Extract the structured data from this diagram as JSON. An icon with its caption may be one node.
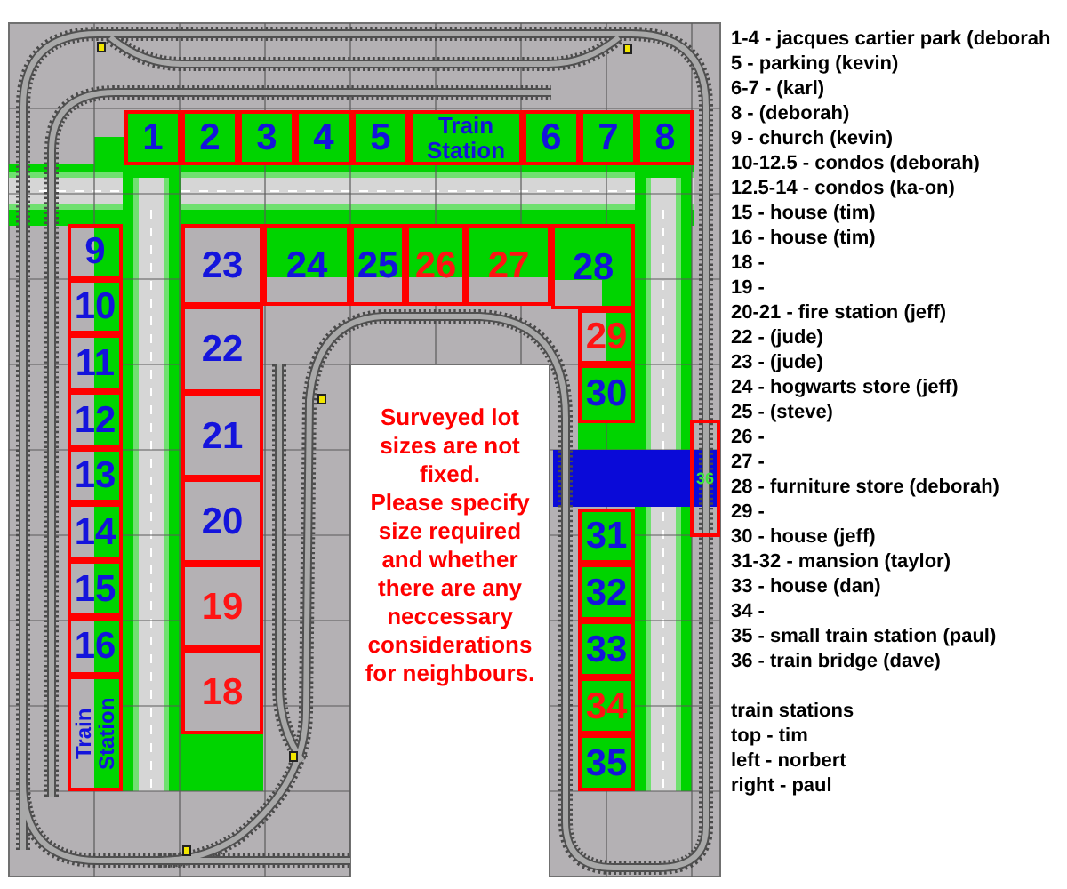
{
  "diagram": {
    "nodes": [
      {
        "text": [
          "1"
        ]
      },
      {
        "text": [
          "2"
        ]
      },
      {
        "text": [
          "3"
        ]
      },
      {
        "text": [
          "4"
        ]
      },
      {
        "text": [
          "5"
        ]
      },
      {
        "text": [
          "Train Station"
        ]
      },
      {
        "text": [
          "6"
        ]
      },
      {
        "text": [
          "7"
        ]
      },
      {
        "text": [
          "8"
        ]
      },
      {
        "text": [
          "9"
        ]
      },
      {
        "text": [
          "10"
        ]
      },
      {
        "text": [
          "11"
        ]
      },
      {
        "text": [
          "12"
        ]
      },
      {
        "text": [
          "13"
        ]
      },
      {
        "text": [
          "14"
        ]
      },
      {
        "text": [
          "15"
        ]
      },
      {
        "text": [
          "16"
        ]
      },
      {
        "text": [
          "Train Station"
        ]
      },
      {
        "text": [
          "23"
        ]
      },
      {
        "text": [
          "22"
        ]
      },
      {
        "text": [
          "21"
        ]
      },
      {
        "text": [
          "20"
        ]
      },
      {
        "text": [
          "19"
        ]
      },
      {
        "text": [
          "18"
        ]
      },
      {
        "text": [
          "24"
        ]
      },
      {
        "text": [
          "25"
        ]
      },
      {
        "text": [
          "26"
        ]
      },
      {
        "text": [
          "27"
        ]
      },
      {
        "text": [
          "28"
        ]
      },
      {
        "text": [
          "29"
        ]
      },
      {
        "text": [
          "30"
        ]
      },
      {
        "text": [
          "31"
        ]
      },
      {
        "text": [
          "32"
        ]
      },
      {
        "text": [
          "33"
        ]
      },
      {
        "text": [
          "34"
        ]
      },
      {
        "text": [
          "35"
        ]
      },
      {
        "text": [
          "36"
        ]
      }
    ],
    "labels": [
      "Surveyed lot sizes are not fixed.",
      "Please specify size required and whether there are any neccessary considerations for neighbours.",
      "1-4 - jacques cartier park (deborah",
      "5 - parking (kevin)",
      "6-7 - (karl)",
      "8 - (deborah)",
      "9 - church (kevin)",
      "10-12.5 - condos (deborah)",
      "12.5-14 - condos (ka-on)",
      "15 - house (tim)",
      "16 - house (tim)",
      "18 -",
      "19 -",
      "20-21 - fire station (jeff)",
      "22 - (jude)",
      "23 - (jude)",
      "24 - hogwarts store (jeff)",
      "25 - (steve)",
      "26 -",
      "27 -",
      "28 - furniture store (deborah)",
      "29 -",
      "30 - house (jeff)",
      "31-32 - mansion (taylor)",
      "33 - house (dan)",
      "34 -",
      "35 - small train station (paul)",
      "36 - train bridge (dave)",
      "train stations",
      "top - tim",
      "left - norbert",
      "right - paul"
    ]
  }
}
